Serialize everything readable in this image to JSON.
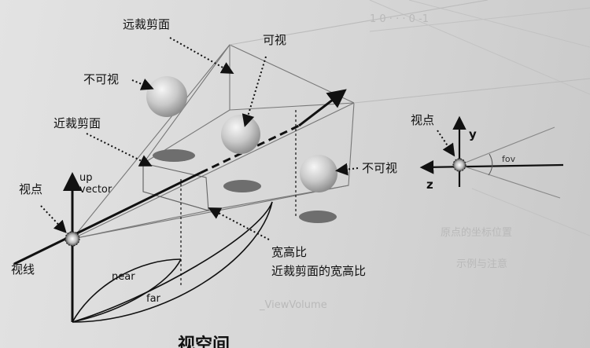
{
  "labels": {
    "far_clip_plane": "远裁剪面",
    "visible": "可视",
    "not_visible_left": "不可视",
    "near_clip_plane": "近裁剪面",
    "not_visible_right": "不可视",
    "up_vector_up": "up",
    "up_vector_vector": "vector",
    "viewpoint_left": "视点",
    "line_of_sight": "视线",
    "near": "near",
    "far": "far",
    "aspect_ratio": "宽高比",
    "near_plane_aspect_ratio": "近裁剪面的宽高比",
    "viewpoint_right": "视点",
    "axis_y": "y",
    "axis_z": "z",
    "fov": "fov"
  },
  "page_fragment": {
    "caption_partial": "视空间"
  }
}
